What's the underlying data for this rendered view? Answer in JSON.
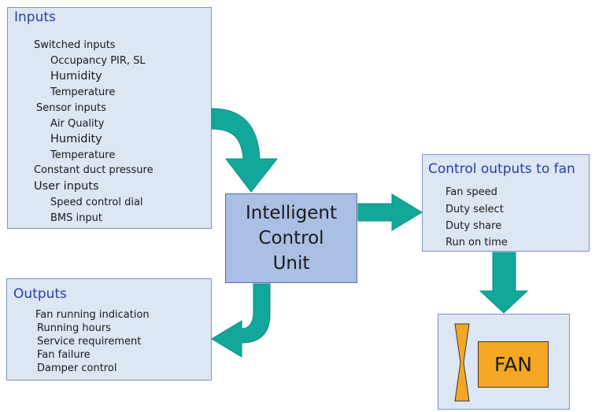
{
  "inputs": {
    "title": "Inputs",
    "items": [
      "Switched inputs",
      "Occupancy PIR, SL",
      "Humidity",
      "Temperature",
      "Sensor inputs",
      "Air Quality",
      "Humidity",
      "Temperature",
      "Constant duct pressure",
      "User inputs",
      "Speed control dial",
      "BMS input"
    ]
  },
  "outputs": {
    "title": "Outputs",
    "items": [
      "Fan running indication",
      "Running hours",
      "Service requirement",
      "Fan failure",
      "Damper control"
    ]
  },
  "control_unit": {
    "lines": [
      "Intelligent",
      "Control",
      "Unit"
    ]
  },
  "control_outputs": {
    "title": "Control outputs to fan",
    "items": [
      "Fan speed",
      "Duty select",
      "Duty share",
      "Run on time"
    ]
  },
  "fan": {
    "label": "FAN"
  },
  "colors": {
    "box_fill": "#dde6f3",
    "box_border": "#7f90c8",
    "title_text": "#2340a8",
    "control_unit_fill": "#a9bfe3",
    "arrow_fill": "#12a79b",
    "fan_fill": "#f5a623"
  }
}
